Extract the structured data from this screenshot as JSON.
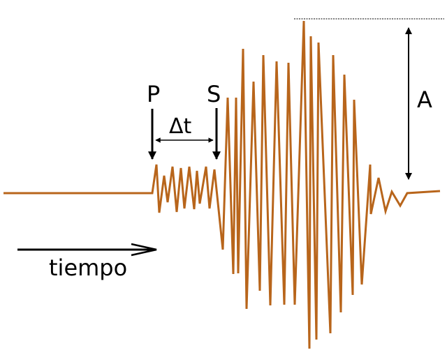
{
  "labels": {
    "p_wave": "P",
    "s_wave": "S",
    "delta_t": "Δt",
    "amplitude": "A",
    "time": "tiempo"
  },
  "colors": {
    "trace": "#b8651b",
    "annotation": "#000000"
  }
}
